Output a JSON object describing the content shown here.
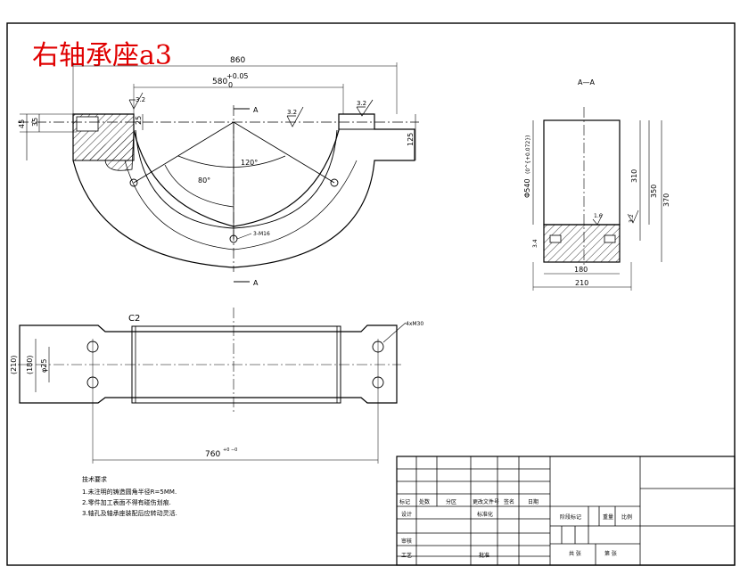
{
  "title": "右轴承座a3",
  "section_label": "A—A",
  "cut_marks": {
    "a_top": "A",
    "a_bottom": "A"
  },
  "colors": {
    "title": "#e00000",
    "line": "#000000",
    "hatch": "#000000"
  },
  "front_view": {
    "dim_overall": "860",
    "dim_bore_span": "580",
    "dim_bore_tol_upper": "+0.05",
    "dim_bore_tol_lower": "0",
    "dim_45": "45",
    "dim_35": "35",
    "dim_25": "25",
    "dim_125": "125",
    "angle_120": "120°",
    "angle_80": "80°",
    "rough_left": "3.2",
    "rough_center": "3.2",
    "rough_right": "3.2",
    "hole_note": "3-M16"
  },
  "side_view": {
    "dim_dia": "Φ540",
    "dim_dia_tol": "(0^{+0.072})",
    "dim_310": "310",
    "dim_350": "350",
    "dim_370": "370",
    "dim_180": "180",
    "dim_210": "210",
    "rough_side": "3.2",
    "rough_inner": "1.6",
    "dim_34": "3.4"
  },
  "top_view": {
    "chamfer": "C2",
    "hole_note": "4xM30",
    "dim_210": "(210)",
    "dim_180": "(180)",
    "dim_25": "φ25",
    "dim_760": "760",
    "dim_760_tol": "+0 −0"
  },
  "notes": {
    "heading": "技术要求",
    "items": [
      "1.未注明的铸造圆角半径R=5MM.",
      "2.零件加工表面不得有碰伤划痕.",
      "3.轴孔及轴承座装配后应转动灵活."
    ]
  },
  "title_block": {
    "mark": "标记",
    "count": "处数",
    "zone": "分区",
    "change_doc": "更改文件号",
    "signature": "签名",
    "date": "日期",
    "design": "设计",
    "standardize": "标准化",
    "stage_mark": "阶段标记",
    "weight": "重量",
    "scale": "比例",
    "review": "审核",
    "process": "工艺",
    "approve": "批准",
    "total_sheets": "共  张",
    "sheet_no": "第  张"
  }
}
